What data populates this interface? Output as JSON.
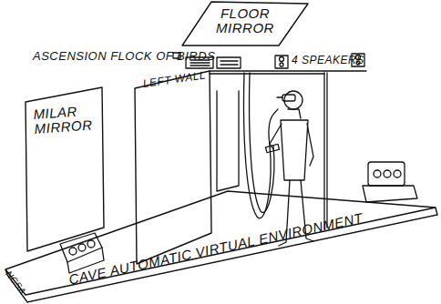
{
  "diagram": {
    "nodes": [
      {
        "text": [
          "FLOOR MIRROR"
        ]
      },
      {
        "text": [
          "LEFT WALL"
        ]
      },
      {
        "text": [
          "MILAR MIRROR"
        ]
      },
      {
        "text": [
          "CAVE AUTOMATIC VIRTUAL ENVIRONMENT",
          "NCSA"
        ]
      }
    ],
    "labels": [
      "ASCENSION FLOCK OF BIRDS",
      "4 SPEAKERS"
    ]
  }
}
